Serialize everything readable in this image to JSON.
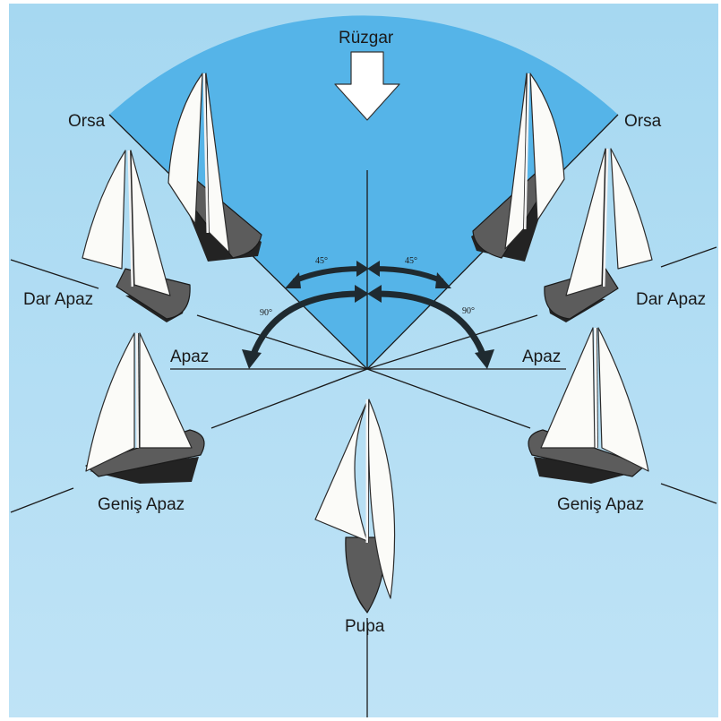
{
  "wind": {
    "label": "Rüzgar"
  },
  "points_of_sail": {
    "close_hauled_left": "Orsa",
    "close_hauled_right": "Orsa",
    "close_reach_left": "Dar Apaz",
    "close_reach_right": "Dar Apaz",
    "beam_reach_left": "Apaz",
    "beam_reach_right": "Apaz",
    "broad_reach_left": "Geniş Apaz",
    "broad_reach_right": "Geniş Apaz",
    "running": "Pupa"
  },
  "angles": {
    "inner_left": "45°",
    "inner_right": "45°",
    "outer_left": "90°",
    "outer_right": "90°"
  },
  "colors": {
    "sea": "#9fd4ef",
    "no_go_zone": "#4fb1e6",
    "arrow": "#1f2a30",
    "sail": "#fbfbf8",
    "hull": "#5c5c5c"
  }
}
